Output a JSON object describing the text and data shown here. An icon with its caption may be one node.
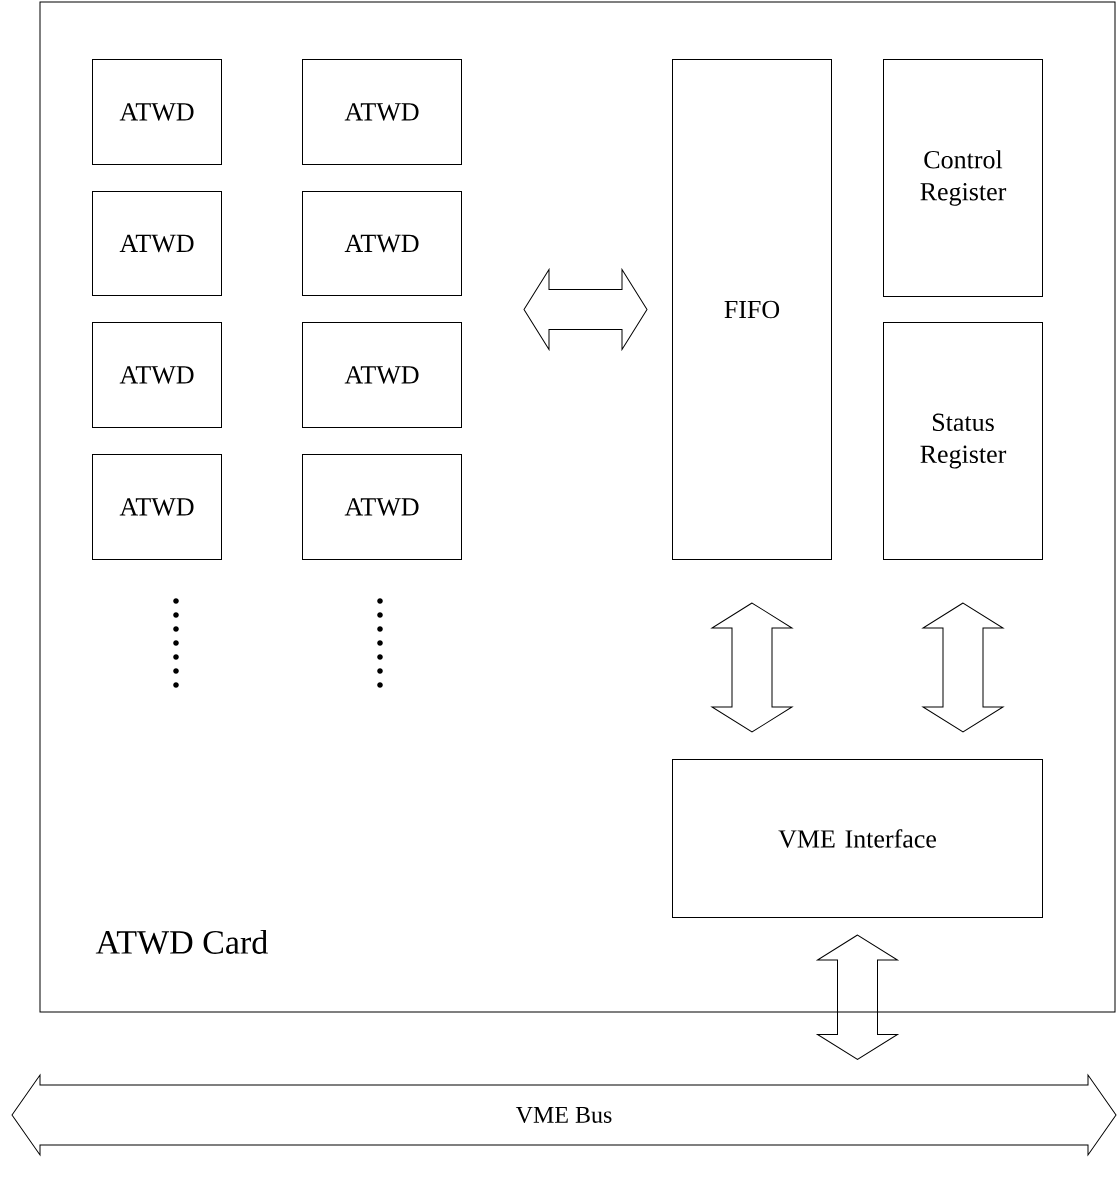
{
  "diagram": {
    "nodes": [
      {
        "text": [
          "ATWD Card"
        ]
      },
      {
        "text": [
          "ATWD"
        ],
        "in": 0
      },
      {
        "text": [
          "ATWD"
        ],
        "in": 0
      },
      {
        "text": [
          "ATWD"
        ],
        "in": 0
      },
      {
        "text": [
          "ATWD"
        ],
        "in": 0
      },
      {
        "text": [
          "ATWD"
        ],
        "in": 0
      },
      {
        "text": [
          "ATWD"
        ],
        "in": 0
      },
      {
        "text": [
          "ATWD"
        ],
        "in": 0
      },
      {
        "text": [
          "ATWD"
        ],
        "in": 0
      },
      {
        "text": [
          "FIFO"
        ],
        "in": 0
      },
      {
        "text": [
          "Control Register"
        ],
        "in": 0
      },
      {
        "text": [
          "Status Register"
        ],
        "in": 0
      },
      {
        "text": [
          "VME  Interface"
        ],
        "in": 0
      },
      {
        "text": [
          "VME Bus"
        ]
      }
    ],
    "edges": [
      {
        "from": null,
        "to": 9,
        "arrow": "both"
      },
      {
        "from": 9,
        "to": 12,
        "arrow": "both"
      },
      {
        "from": 11,
        "to": 12,
        "arrow": "both"
      },
      {
        "from": 12,
        "to": 13,
        "arrow": "both"
      }
    ]
  }
}
